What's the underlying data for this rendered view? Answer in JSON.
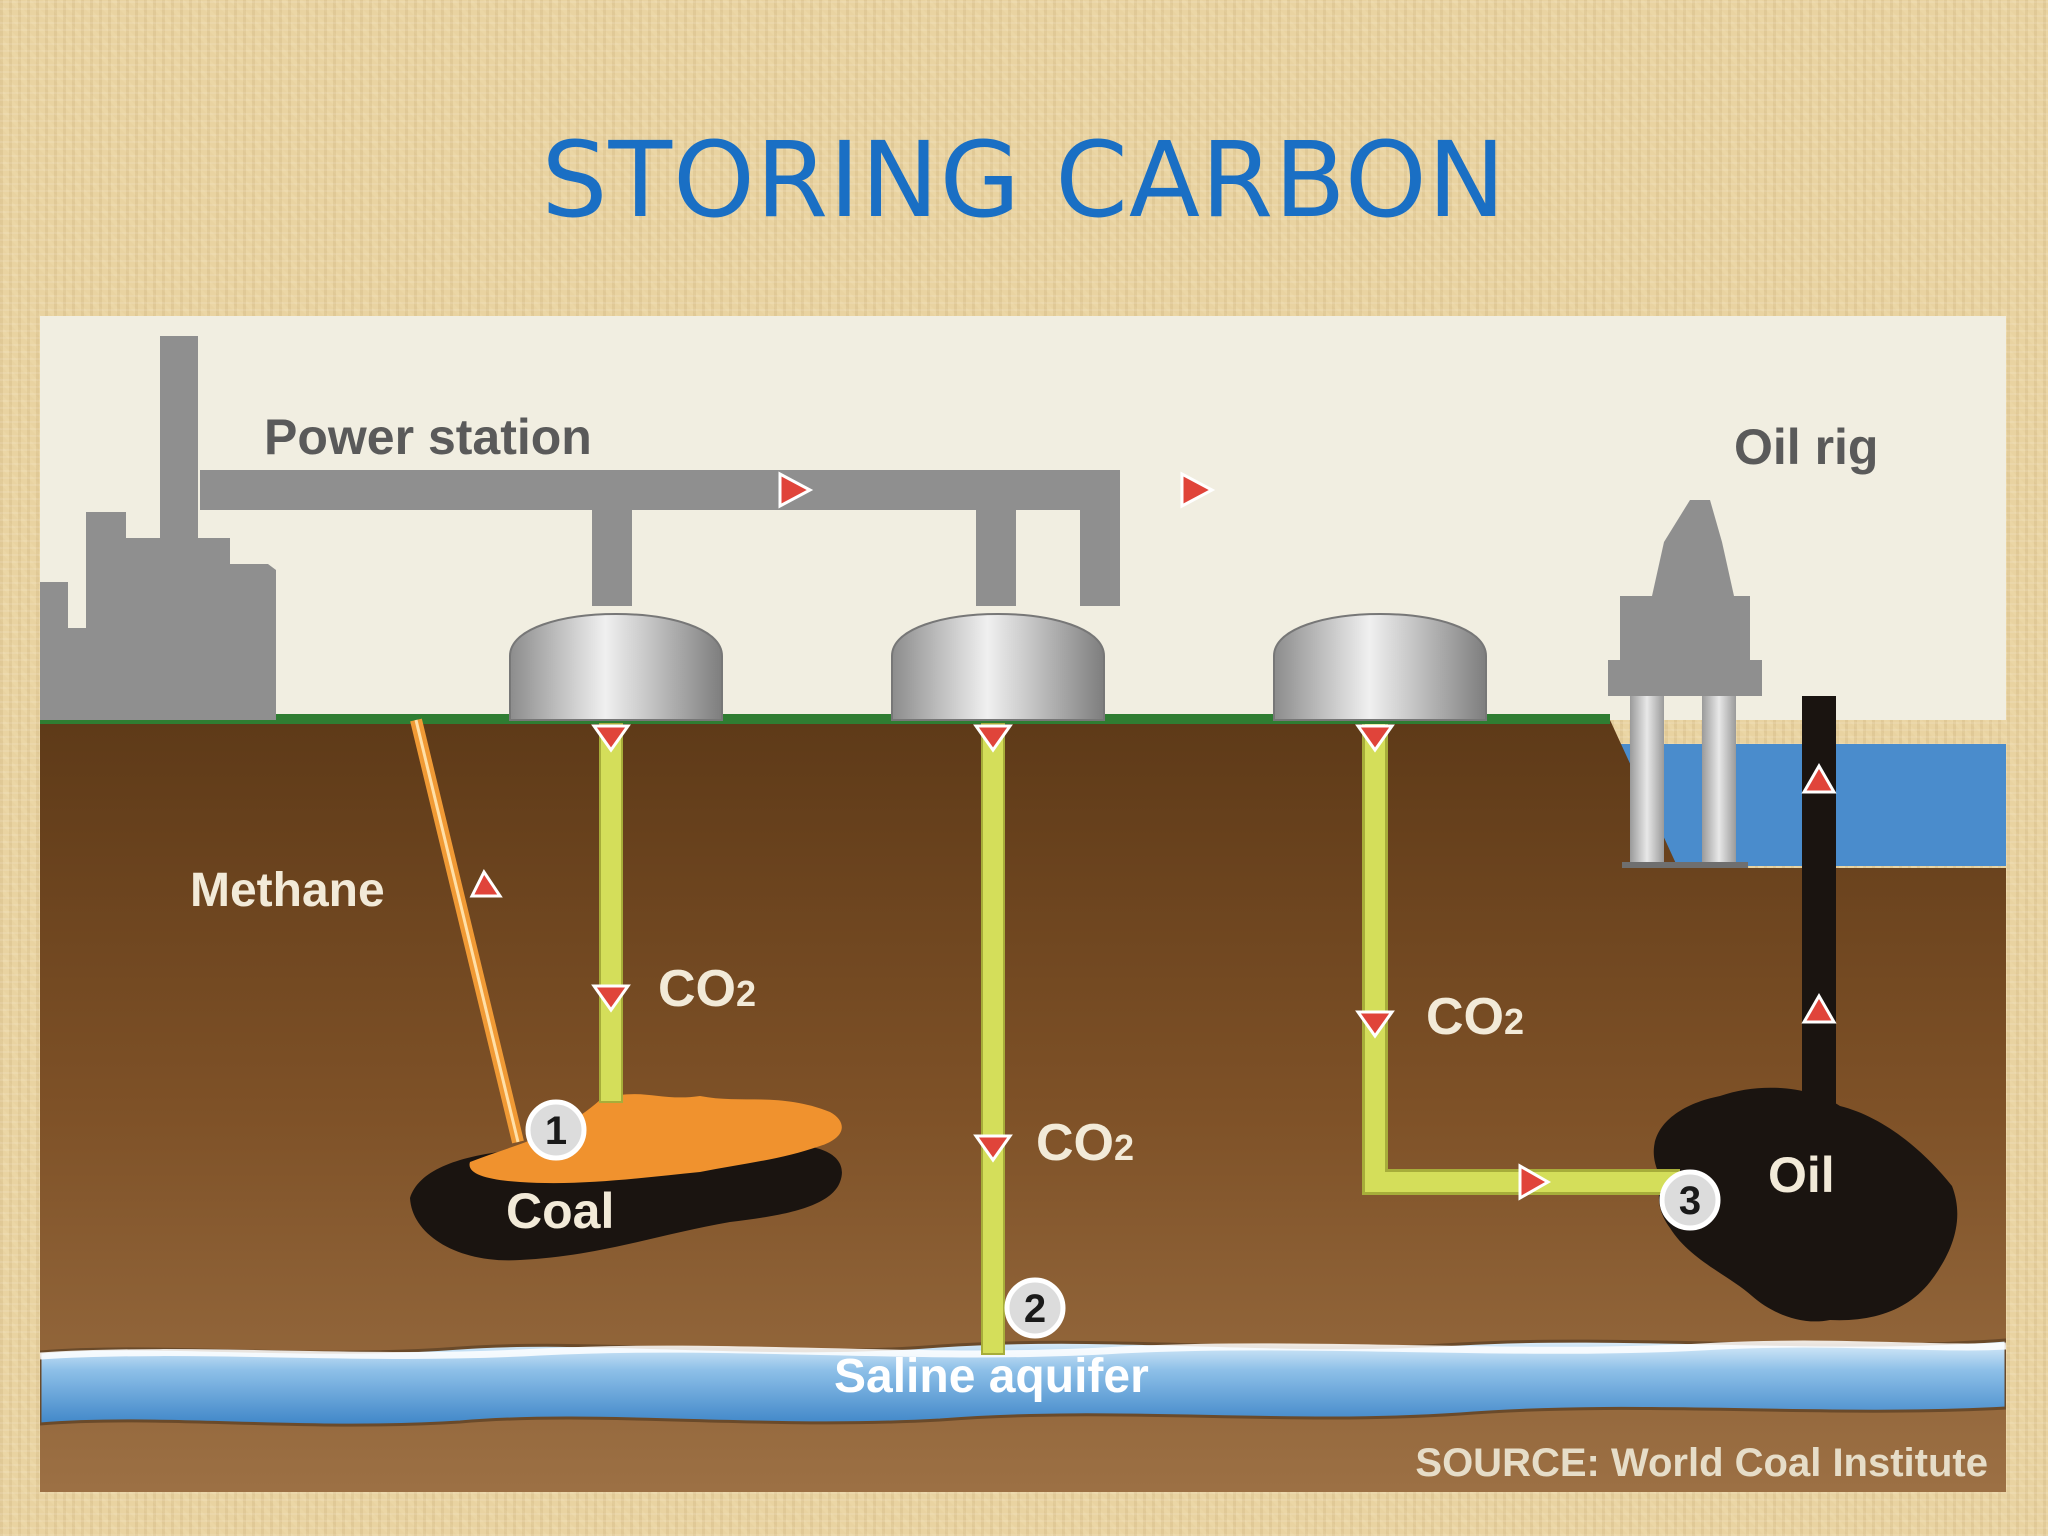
{
  "slide": {
    "title": "STORING CARBON"
  },
  "diagram": {
    "labels": {
      "power_station": "Power station",
      "oil_rig": "Oil rig",
      "methane": "Methane",
      "co2_1": "CO",
      "co2_2": "CO",
      "co2_3": "CO",
      "co2_subscript": "2",
      "coal": "Coal",
      "oil": "Oil",
      "saline_aquifer": "Saline aquifer",
      "source": "SOURCE: World Coal Institute"
    },
    "markers": [
      "1",
      "2",
      "3"
    ],
    "colors": {
      "sky": "#f1eee1",
      "ground": "#7a4d24",
      "grass": "#2f7d32",
      "sea": "#4a8ccc",
      "pipe_grey": "#8f8f8f",
      "co2_pipe": "#d4de5a",
      "methane_pipe": "#f09a35",
      "coal_orange": "#f0922e",
      "arrow_red": "#e0443a",
      "title_blue": "#1a6fc4"
    }
  }
}
